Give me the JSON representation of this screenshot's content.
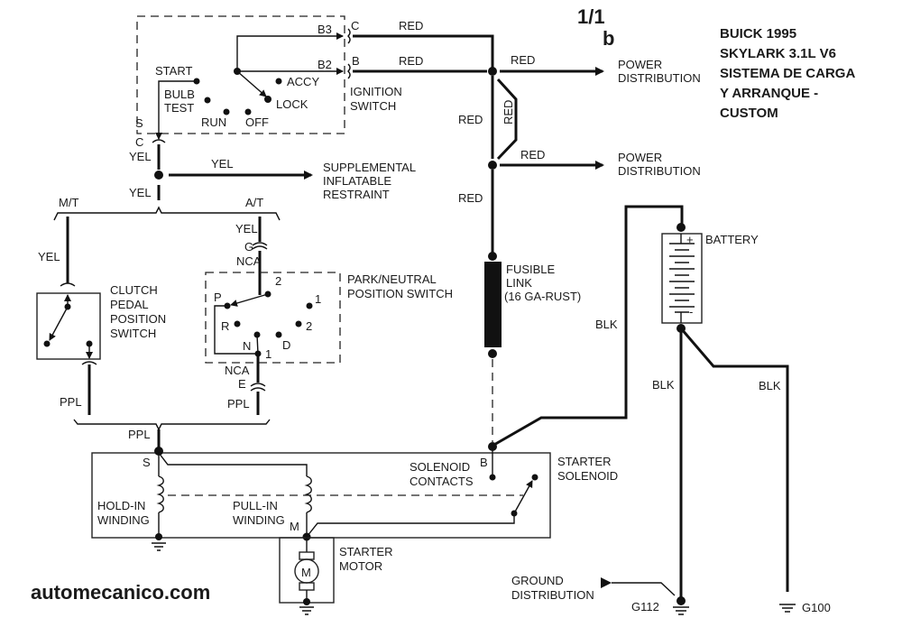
{
  "page": {
    "page_number": "1/1",
    "page_suffix": "b",
    "title_lines": [
      "BUICK 1995",
      "SKYLARK  3.1L V6",
      "SISTEMA DE CARGA",
      "Y ARRANQUE -",
      "CUSTOM"
    ],
    "watermark": "automecanico.com"
  },
  "ignition_switch": {
    "label_lines": [
      "IGNITION",
      "SWITCH"
    ],
    "positions": [
      "START",
      "BULB",
      "TEST",
      "RUN",
      "OFF",
      "ACCY",
      "LOCK"
    ],
    "terminals": {
      "b3": "B3",
      "b2": "B2",
      "s": "S"
    },
    "connectors": {
      "c_top": "C",
      "b": "B",
      "c_bottom": "C"
    }
  },
  "wires": {
    "red": "RED",
    "yel": "YEL",
    "ppl": "PPL",
    "blk": "BLK"
  },
  "branches": {
    "mt": "M/T",
    "at": "A/T"
  },
  "power_distribution": {
    "lines": [
      "POWER",
      "DISTRIBUTION"
    ]
  },
  "sir": {
    "lines": [
      "SUPPLEMENTAL",
      "INFLATABLE",
      "RESTRAINT"
    ]
  },
  "clutch_switch": {
    "lines": [
      "CLUTCH",
      "PEDAL",
      "POSITION",
      "SWITCH"
    ]
  },
  "pn_switch": {
    "lines": [
      "PARK/NEUTRAL",
      "POSITION SWITCH"
    ],
    "g": "G",
    "nca": "NCA",
    "e": "E",
    "p": "P",
    "r": "R",
    "n": "N",
    "d": "D",
    "one": "1",
    "two": "2"
  },
  "fusible_link": {
    "lines": [
      "FUSIBLE",
      "LINK",
      "(16 GA-RUST)"
    ]
  },
  "battery": {
    "label": "BATTERY",
    "plus": "+",
    "minus": "-"
  },
  "starter_solenoid": {
    "lines": [
      "STARTER",
      "SOLENOID"
    ],
    "contacts_lines": [
      "SOLENOID",
      "CONTACTS"
    ],
    "b": "B",
    "s": "S",
    "m": "M",
    "hold_in": [
      "HOLD-IN",
      "WINDING"
    ],
    "pull_in": [
      "PULL-IN",
      "WINDING"
    ]
  },
  "starter_motor": {
    "lines": [
      "STARTER",
      "MOTOR"
    ],
    "symbol": "M"
  },
  "grounds": {
    "ground_distribution": [
      "GROUND",
      "DISTRIBUTION"
    ],
    "g112": "G112",
    "g100": "G100"
  }
}
